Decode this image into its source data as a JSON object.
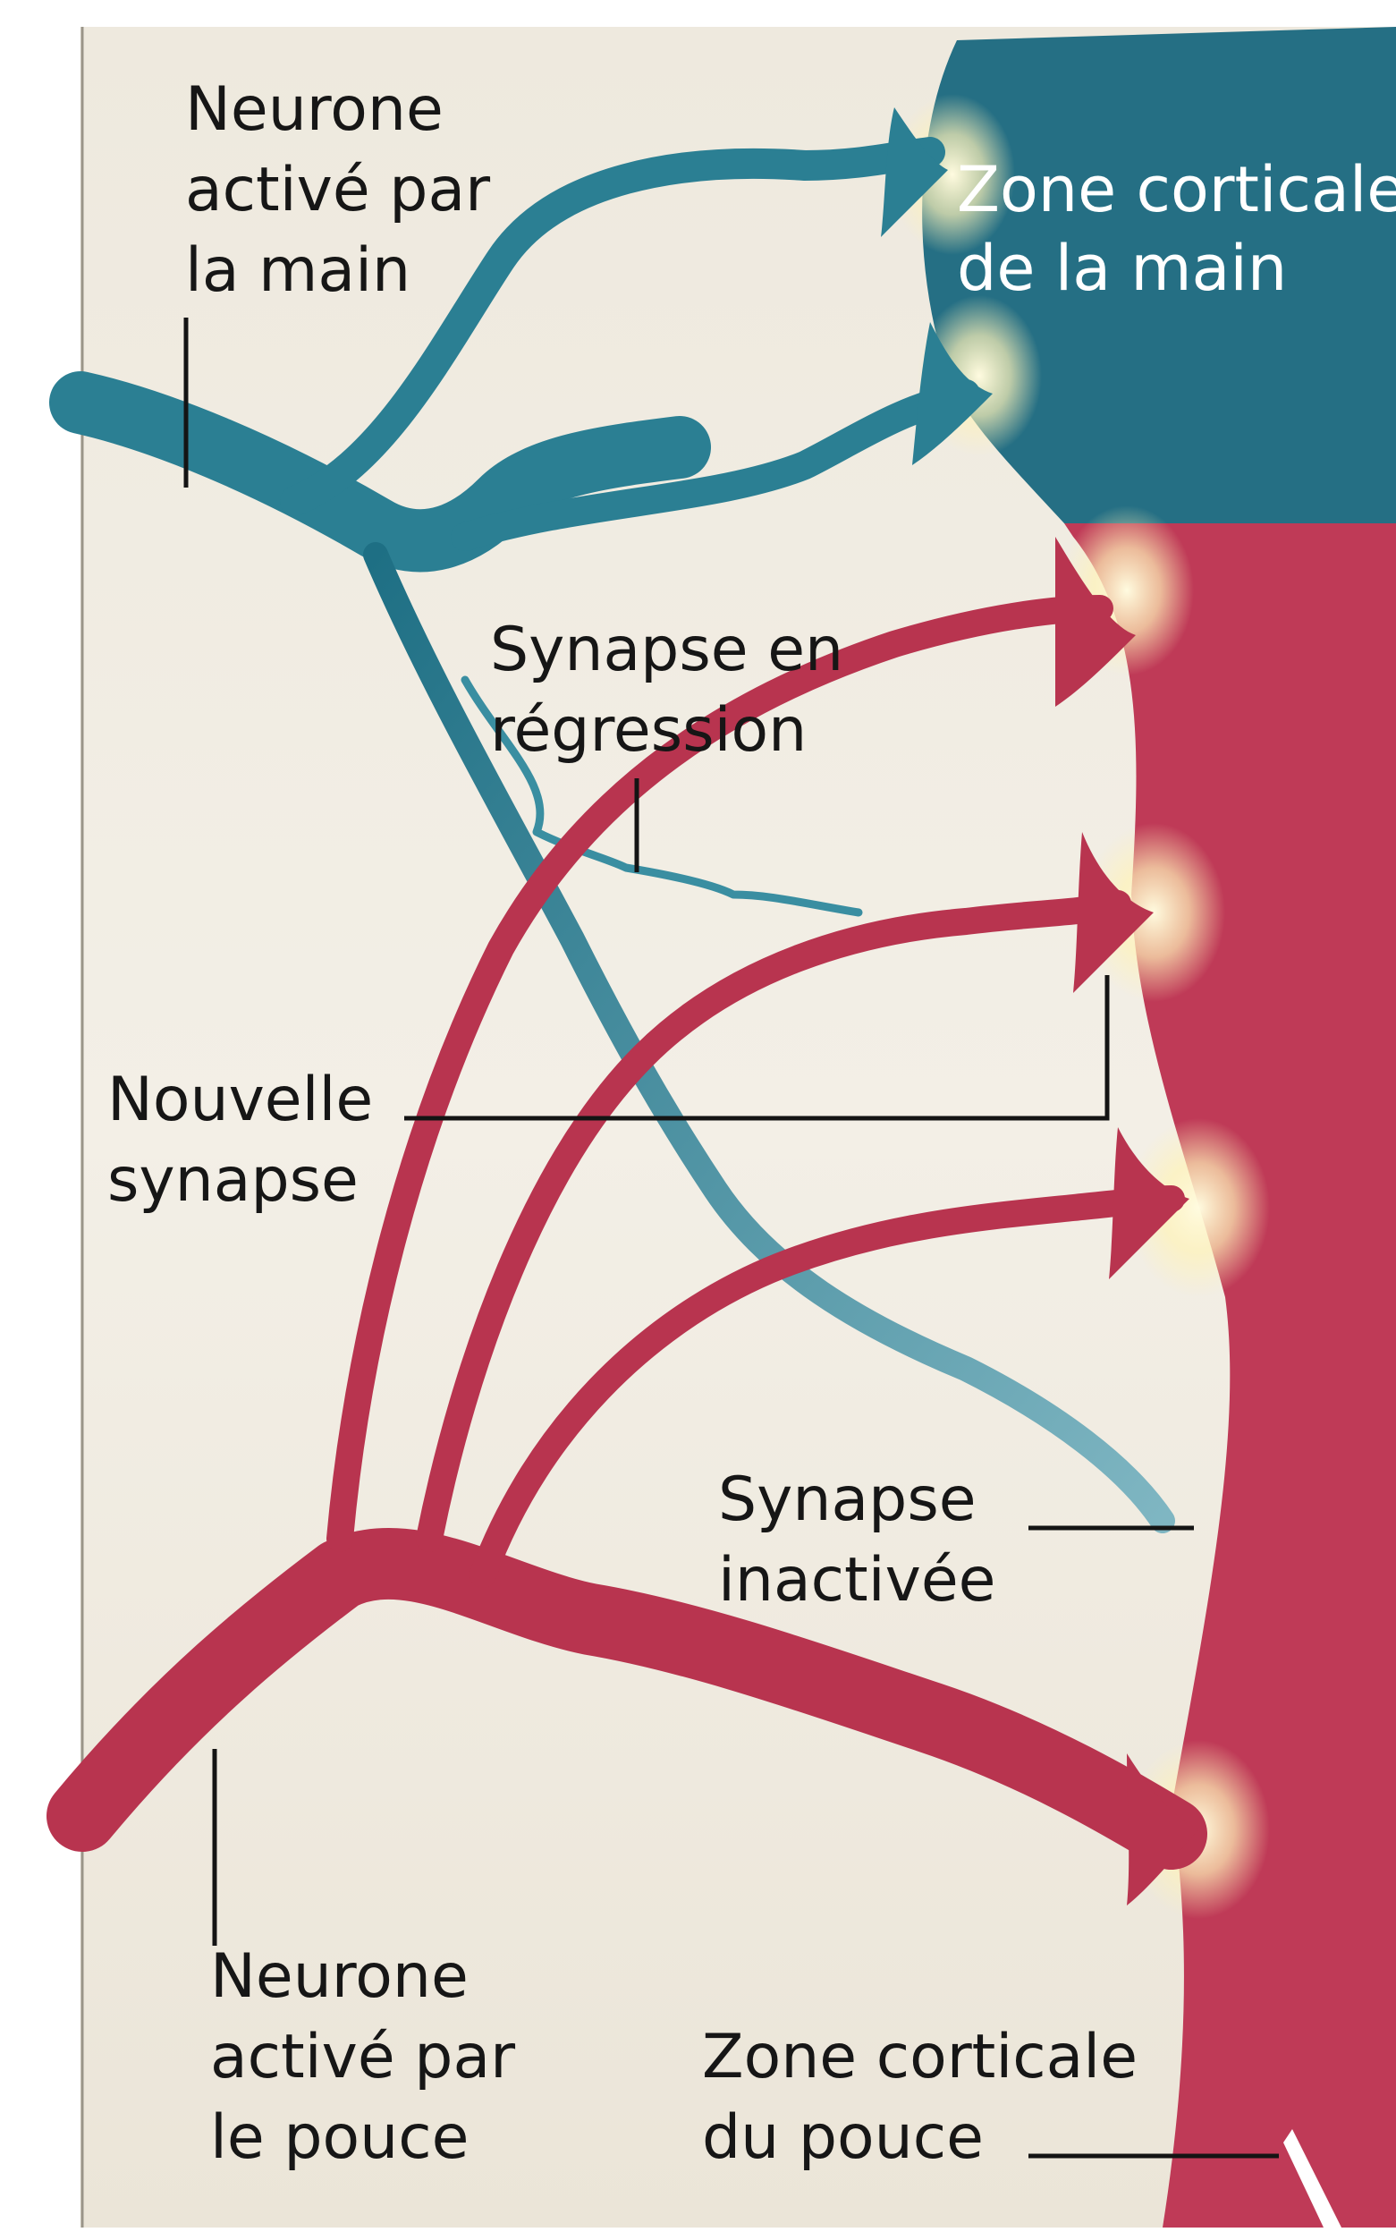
{
  "colors": {
    "hand_neuron": "#2b7f93",
    "thumb_neuron": "#b8344f",
    "hand_zone": "#256f84",
    "thumb_zone": "#bf3a57",
    "background": "#f1ece2"
  },
  "labels": {
    "hand_neuron": [
      "Neurone",
      "activé par",
      "la main"
    ],
    "hand_zone": [
      "Zone corticale",
      "de la main"
    ],
    "regressing_synapse": [
      "Synapse en",
      "régression"
    ],
    "new_synapse": [
      "Nouvelle",
      "synapse"
    ],
    "inactivated_synapse": [
      "Synapse",
      "inactivée"
    ],
    "thumb_neuron": [
      "Neurone",
      "activé par",
      "le pouce"
    ],
    "thumb_zone": [
      "Zone corticale",
      "du pouce"
    ]
  }
}
